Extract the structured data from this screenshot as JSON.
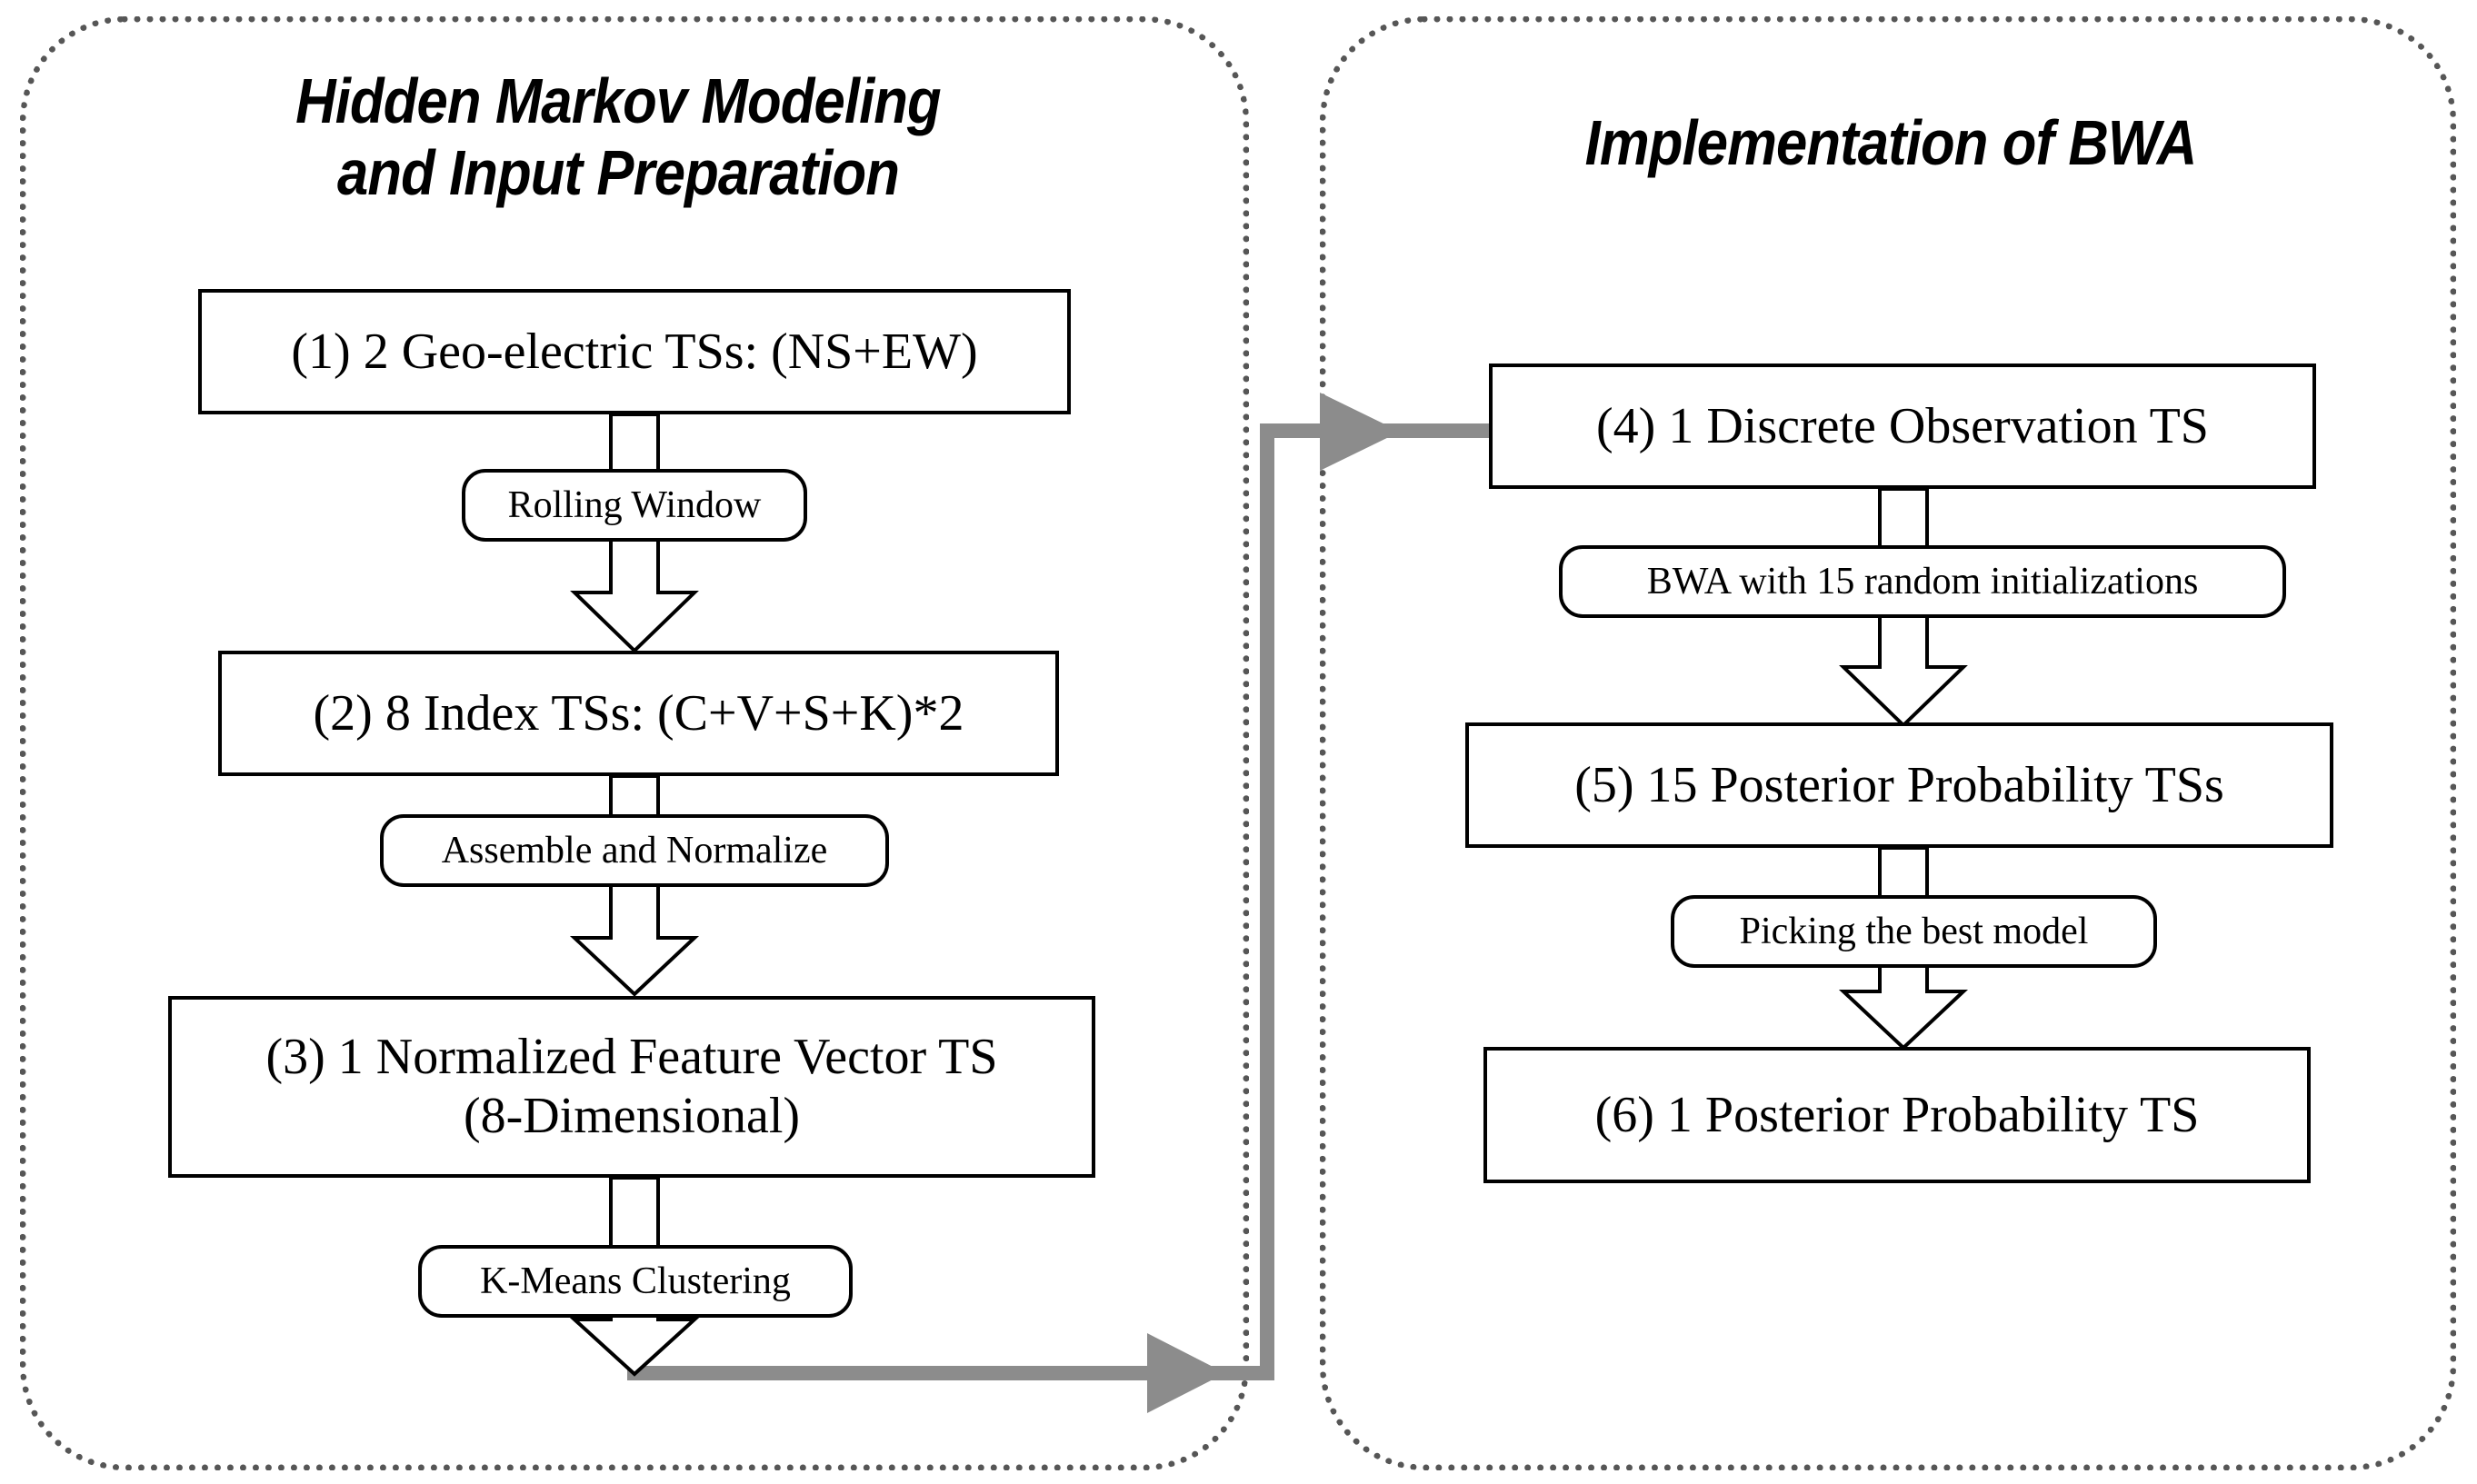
{
  "figure": {
    "kind": "flowchart",
    "panels": [
      {
        "id": "left",
        "title": "Hidden Markov Modeling\nand Input Preparation",
        "nodes": [
          {
            "id": "n1",
            "label": "(1) 2 Geo-electric TSs: (NS+EW)"
          },
          {
            "id": "n2",
            "label": "(2) 8 Index TSs: (C+V+S+K)*2"
          },
          {
            "id": "n3",
            "label": "(3) 1 Normalized Feature Vector TS\n(8-Dimensional)"
          }
        ],
        "edge_labels": [
          {
            "id": "e1",
            "label": "Rolling Window"
          },
          {
            "id": "e2",
            "label": "Assemble and Normalize"
          },
          {
            "id": "e3",
            "label": "K-Means Clustering"
          }
        ]
      },
      {
        "id": "right",
        "title": "Implementation of BWA",
        "nodes": [
          {
            "id": "n4",
            "label": "(4) 1 Discrete Observation TS"
          },
          {
            "id": "n5",
            "label": "(5) 15 Posterior Probability TSs"
          },
          {
            "id": "n6",
            "label": "(6) 1 Posterior Probability TS"
          }
        ],
        "edge_labels": [
          {
            "id": "e4",
            "label": "BWA with 15 random initializations"
          },
          {
            "id": "e5",
            "label": "Picking the best model"
          }
        ]
      }
    ],
    "cross_panel_connector": {
      "from": "K-Means Clustering output (left panel, step 3)",
      "to": "(4) 1 Discrete Observation TS"
    },
    "colors": {
      "panel_border": "#565656",
      "node_border": "#000000",
      "node_fill": "#ffffff",
      "text": "#000000",
      "connector": "#8c8c8c"
    }
  }
}
